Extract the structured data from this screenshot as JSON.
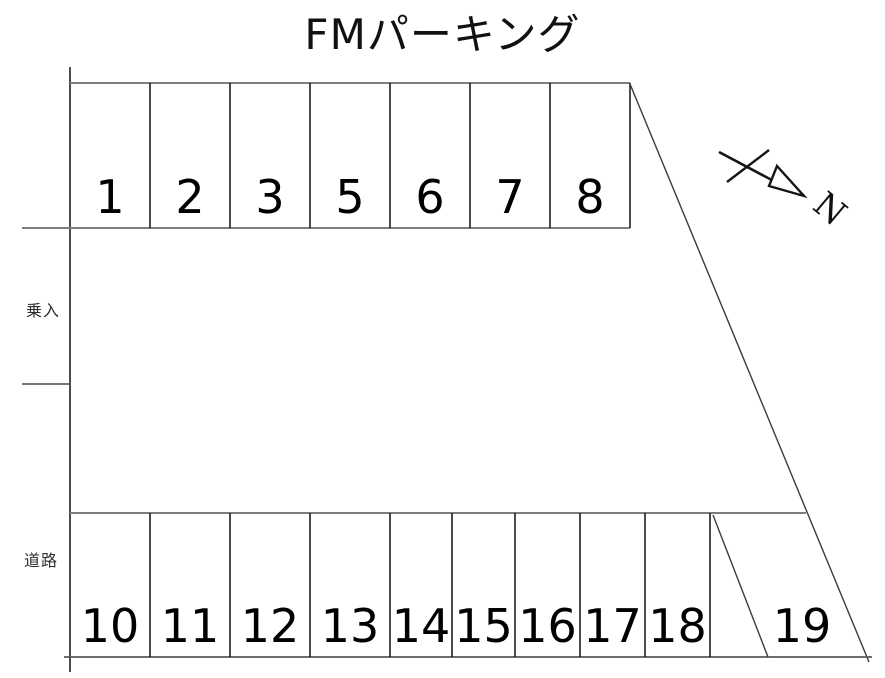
{
  "title": "FMパーキング",
  "side_labels": {
    "entry": "乗入",
    "road": "道路"
  },
  "north_arrow": {
    "label": "N"
  },
  "rows": {
    "top": {
      "spaces": [
        "1",
        "2",
        "3",
        "5",
        "6",
        "7",
        "8"
      ]
    },
    "bottom": {
      "spaces": [
        "10",
        "11",
        "12",
        "13",
        "14",
        "15",
        "16",
        "17",
        "18",
        "19"
      ]
    }
  },
  "colors": {
    "background": "#ffffff",
    "line": "#3c3c3c",
    "text": "#000000"
  }
}
